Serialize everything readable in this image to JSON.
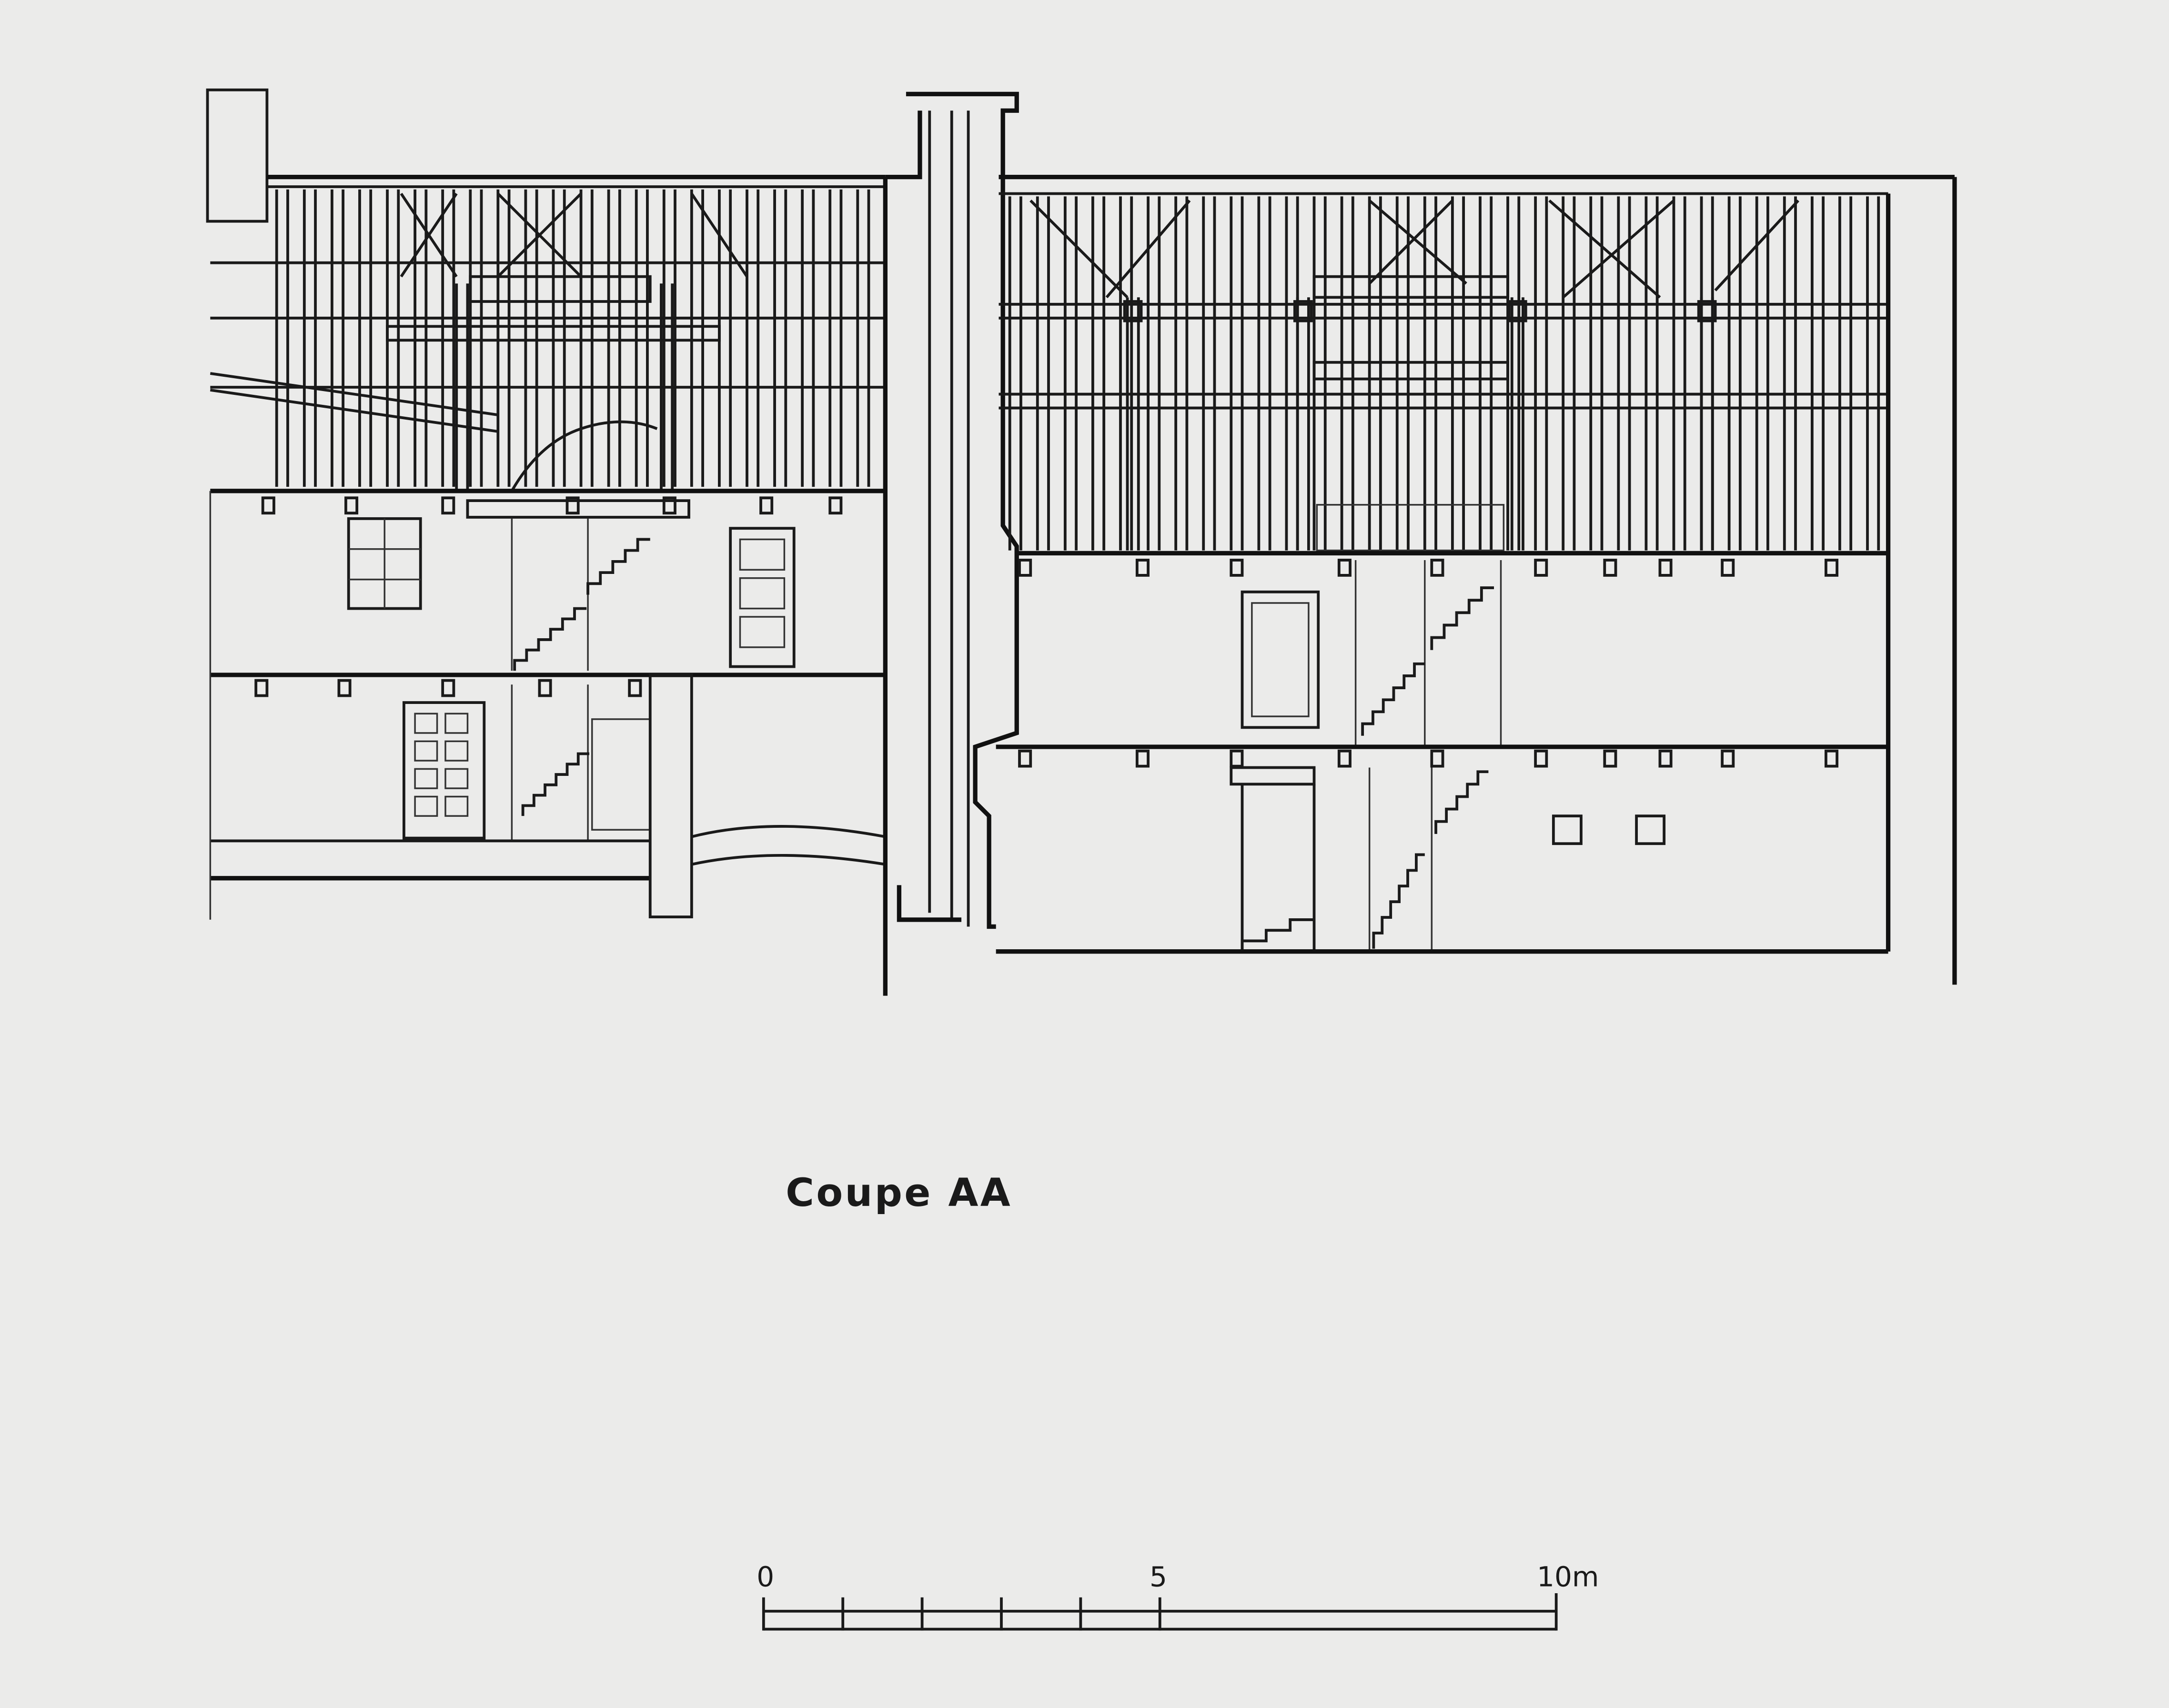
{
  "title": "Coupe AA",
  "scale_bar": {
    "labels": [
      "0",
      "5",
      "10m"
    ],
    "unit": "m",
    "max_value": 10,
    "minor_divisions_first_half": 5
  },
  "colors": {
    "paper": "#ebebea",
    "ink": "#1a1a1a"
  }
}
